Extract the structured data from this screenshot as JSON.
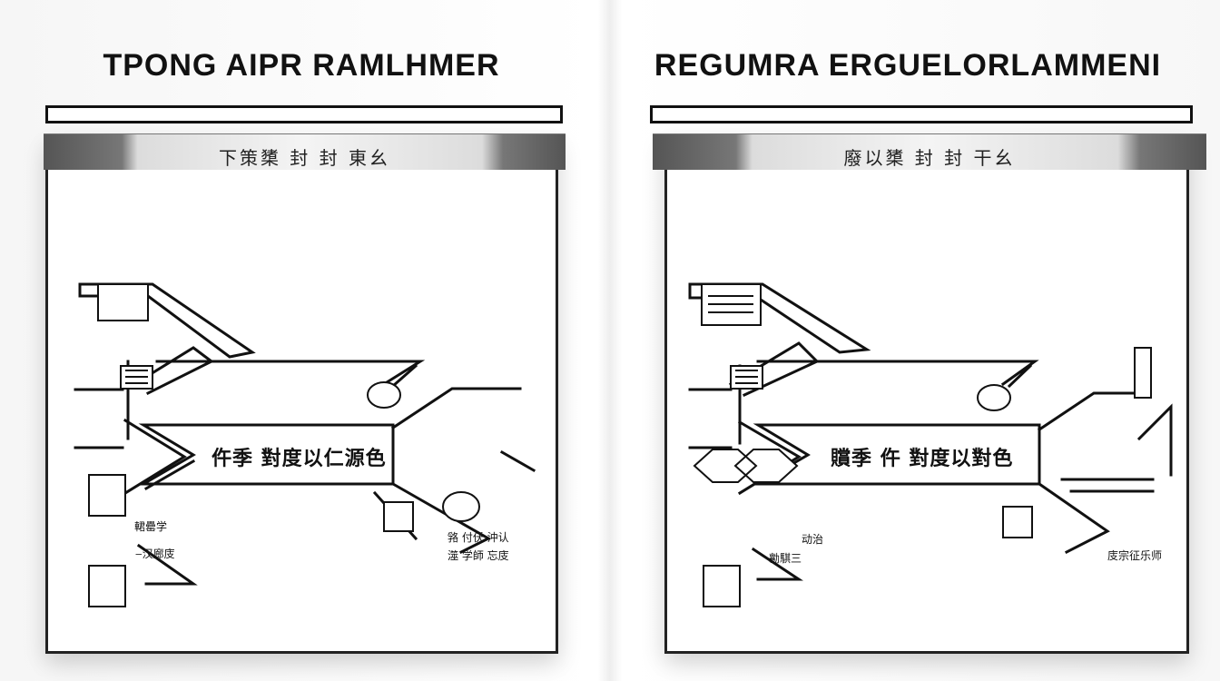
{
  "panels": [
    {
      "title": "TPONG AIPR RAMLHMER",
      "header": "下策橥 封 封 東幺",
      "center_label": "仵季 對度以仁源色",
      "side_labels": [
        "輑罍学",
        "‒汉廊庋"
      ],
      "bottom_labels": [
        "嗠 付仸 沖认",
        "澨 学師 忘庋"
      ]
    },
    {
      "title": "REGUMRA ERGUELORLAMMENI",
      "header": "廢以橥 封 封 干幺",
      "center_label": "贘季 仵 對度以對色",
      "side_labels": [
        "动治",
        "勷騏三"
      ],
      "bottom_labels": [
        "庋宗征乐师"
      ]
    }
  ]
}
